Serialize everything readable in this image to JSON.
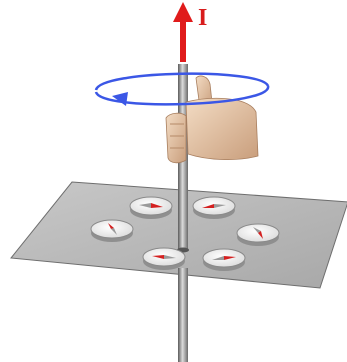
{
  "labels": {
    "current": "I"
  },
  "colors": {
    "current_arrow": "#e01b1b",
    "field_loop": "#3b57e6",
    "plate_fill": "#b9b9b9",
    "plate_edge": "#6e6e6e",
    "wire_light": "#d9d9d9",
    "wire_dark": "#6a6a6a",
    "compass_top": "#ffffff",
    "compass_rim": "#8a8a8a",
    "needle_north": "#d42020",
    "needle_south": "#9a9a9a",
    "skin": "#e9c8a8"
  },
  "compass_count": 6,
  "icons": {
    "hand": "right-hand-grip",
    "loop": "circular-field-arrow",
    "compass": "compass-needle"
  }
}
